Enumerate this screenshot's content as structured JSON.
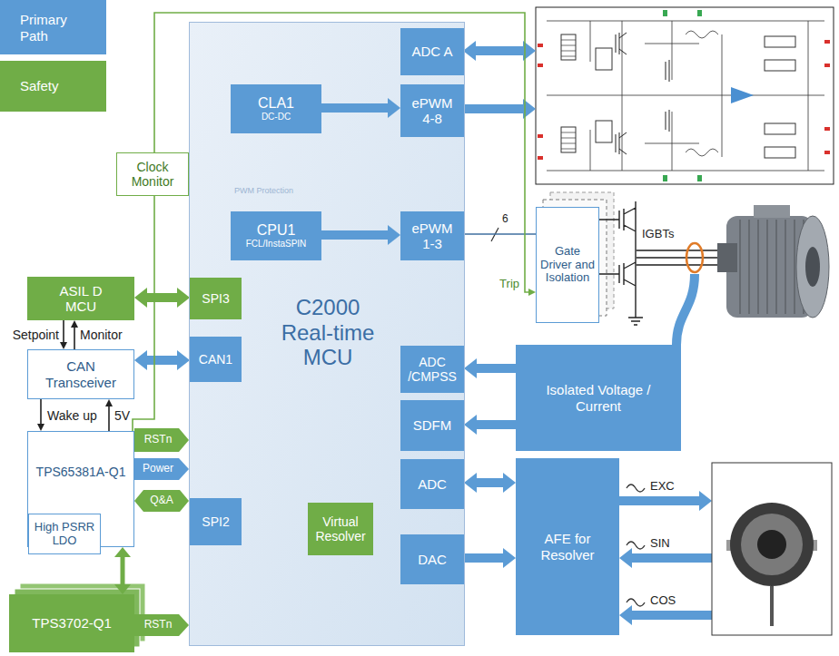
{
  "diagram": {
    "nodes": [
      {
        "text": [
          "C2000 Real-time MCU"
        ]
      },
      {
        "text": [
          "ADC A"
        ],
        "in": 0
      },
      {
        "text": [
          "CLA1",
          "DC-DC"
        ],
        "in": 0
      },
      {
        "text": [
          "ePWM 4-8"
        ],
        "in": 0
      },
      {
        "text": [
          "CPU1",
          "FCL/InstaSPIN"
        ],
        "in": 0
      },
      {
        "text": [
          "ePWM 1-3"
        ],
        "in": 0
      },
      {
        "text": [
          "SPI3"
        ],
        "in": 0
      },
      {
        "text": [
          "CAN1"
        ],
        "in": 0
      },
      {
        "text": [
          "ADC /CMPSS"
        ],
        "in": 0
      },
      {
        "text": [
          "SDFM"
        ],
        "in": 0
      },
      {
        "text": [
          "Virtual Resolver"
        ],
        "in": 0
      },
      {
        "text": [
          "ADC"
        ],
        "in": 0
      },
      {
        "text": [
          "SPI2"
        ],
        "in": 0
      },
      {
        "text": [
          "DAC"
        ],
        "in": 0
      },
      {
        "text": [
          "Clock Monitor"
        ]
      },
      {
        "text": [
          "ASIL D MCU"
        ]
      },
      {
        "text": [
          "CAN Transceiver"
        ]
      },
      {
        "text": [
          "TPS65381A-Q1"
        ]
      },
      {
        "text": [
          "High PSRR LDO"
        ],
        "in": 17
      },
      {
        "text": [
          "RSTn"
        ]
      },
      {
        "text": [
          "Power"
        ]
      },
      {
        "text": [
          "Q&A"
        ]
      },
      {
        "text": [
          "TPS3702-Q1"
        ]
      },
      {
        "text": [
          "RSTn"
        ]
      },
      {
        "text": [
          "Gate Driver and Isolation"
        ]
      },
      {
        "text": [
          "Isolated Voltage / Current"
        ]
      },
      {
        "text": [
          "AFE for Resolver"
        ]
      }
    ],
    "edges": [
      {
        "from": 2,
        "to": 3,
        "arrow": "to"
      },
      {
        "from": 4,
        "to": 5,
        "arrow": "to"
      },
      {
        "from": 5,
        "to": 24,
        "arrow": "none",
        "label": "6"
      },
      {
        "from": 15,
        "to": 6,
        "arrow": "both"
      },
      {
        "from": 16,
        "to": 7,
        "arrow": "both"
      },
      {
        "from": 15,
        "to": 16,
        "arrow": "to",
        "label": "Setpoint"
      },
      {
        "from": 16,
        "to": 15,
        "arrow": "to",
        "label": "Monitor"
      },
      {
        "from": 16,
        "to": 17,
        "arrow": "to",
        "label": "Wake up"
      },
      {
        "from": 17,
        "to": 16,
        "arrow": "to",
        "label": "5V"
      },
      {
        "from": 17,
        "to": 14,
        "arrow": "none"
      },
      {
        "from": 14,
        "to": 24,
        "arrow": "to",
        "label": "Trip"
      },
      {
        "from": 25,
        "to": 8,
        "arrow": "to"
      },
      {
        "from": 25,
        "to": 9,
        "arrow": "to"
      },
      {
        "from": 11,
        "to": 26,
        "arrow": "both"
      },
      {
        "from": 13,
        "to": 26,
        "arrow": "to"
      },
      {
        "from": 17,
        "to": 22,
        "arrow": "both"
      }
    ],
    "labels": [
      "PWM Protection",
      "IGBTs",
      "EXC",
      "SIN",
      "COS"
    ],
    "legend": [
      {
        "text": "Primary Path",
        "color": "#5b9bd5"
      },
      {
        "text": "Safety",
        "color": "#70ad47"
      }
    ]
  }
}
